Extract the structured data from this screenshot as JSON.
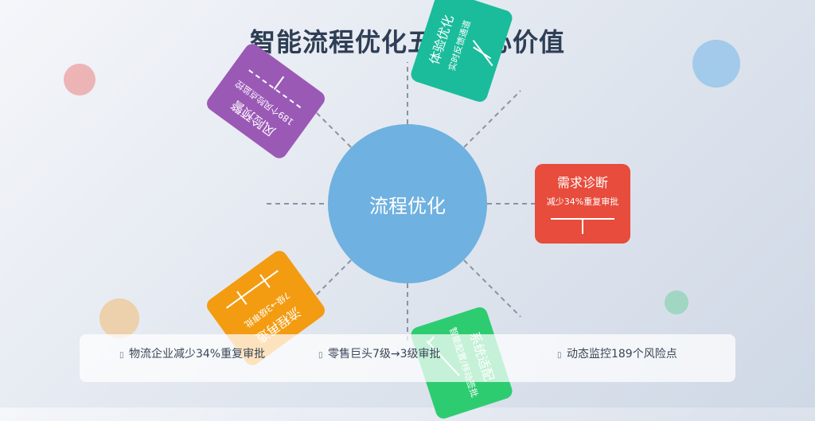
{
  "title": "智能流程优化五大核心价值",
  "center": "流程优化",
  "cards": [
    {
      "title": "需求诊断",
      "subtitle": "减少34%重复审批",
      "color": "#e74c3c"
    },
    {
      "title": "体验优化",
      "subtitle": "实时反馈通道",
      "color": "#1abc9c"
    },
    {
      "title": "风险预警",
      "subtitle": "189个风险点监控",
      "color": "#9b59b6"
    },
    {
      "title": "流程再造",
      "subtitle": "7级→3级审批",
      "color": "#f39c12"
    },
    {
      "title": "系统适配",
      "subtitle": "智能配置/移动签批",
      "color": "#2ecc71"
    }
  ],
  "cases": [
    {
      "icon": "truck-icon",
      "text": "物流企业减少34%重复审批"
    },
    {
      "icon": "store-icon",
      "text": "零售巨头7级→3级审批"
    },
    {
      "icon": "monitor-icon",
      "text": "动态监控189个风险点"
    }
  ],
  "bubble_colors": [
    "#ec9a9a",
    "#8fc1ea",
    "#f0c48e",
    "#8ed3b4"
  ]
}
